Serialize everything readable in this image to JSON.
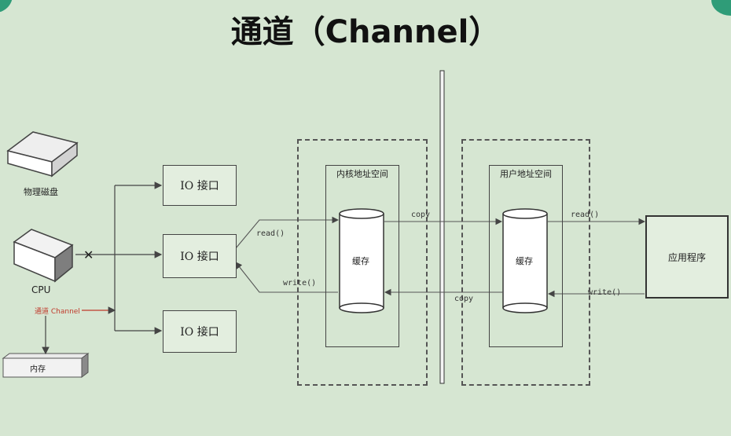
{
  "title": "通道（Channel）",
  "left": {
    "disk_label": "物理磁盘",
    "cpu_label": "CPU",
    "channel_label": "通道 Channel",
    "memory_label": "内存",
    "io_ports": [
      "IO 接口",
      "IO 接口",
      "IO 接口"
    ]
  },
  "kernel": {
    "label": "内核地址空间",
    "buffer_label": "缓存"
  },
  "user": {
    "label": "用户地址空间",
    "buffer_label": "缓存"
  },
  "app": {
    "label": "应用程序"
  },
  "arrows": {
    "read_left": "read()",
    "write_left": "write()",
    "copy_top": "copy",
    "copy_bottom": "copy",
    "read_right": "read()",
    "write_right": "write()"
  },
  "colors": {
    "background": "#d6e6d2",
    "accent": "#2f9c78",
    "channel_text": "#c0392b"
  }
}
